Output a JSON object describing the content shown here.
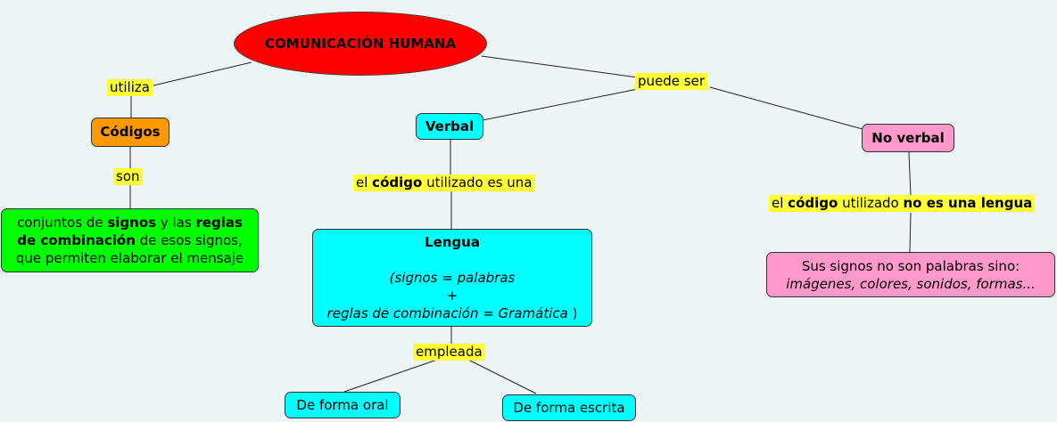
{
  "root": "COMUNICACIÓN HUMANA",
  "links": {
    "utiliza": "utiliza",
    "puede_ser": "puede ser",
    "son": "son",
    "codigo_es": {
      "p1": "el ",
      "b1": "código",
      "p2": " utilizado es una"
    },
    "codigo_no_es": {
      "p1": "el ",
      "b1": "código",
      "p2": " utilizado ",
      "b2": "no es una lengua"
    },
    "empleada": "empleada"
  },
  "nodes": {
    "codigos": "Códigos",
    "verbal": "Verbal",
    "no_verbal": "No verbal",
    "conjuntos": {
      "t1": "conjuntos de ",
      "b1": "signos",
      "t2": " y las ",
      "b2": "reglas",
      "b3": "de combinación",
      "t3": " de esos signos,",
      "t4": "que permiten elaborar el mensaje"
    },
    "lengua": {
      "title": "Lengua",
      "line1": "(signos = palabras",
      "line2": "+",
      "line3": "reglas de combinación = Gramática",
      "line3_end": " )"
    },
    "sus_signos": {
      "line1": "Sus signos no son palabras sino:",
      "line2": "imágenes, colores, sonidos, formas..."
    },
    "oral": "De forma oral",
    "escrita": "De forma escrita"
  },
  "colors": {
    "root": "#ff0000",
    "codigos": "#ff9900",
    "verbal": "#00ffff",
    "no_verbal": "#ff99cc",
    "conjuntos": "#00ff00",
    "link_label": "#ffff33",
    "background": "#edf4f6"
  }
}
